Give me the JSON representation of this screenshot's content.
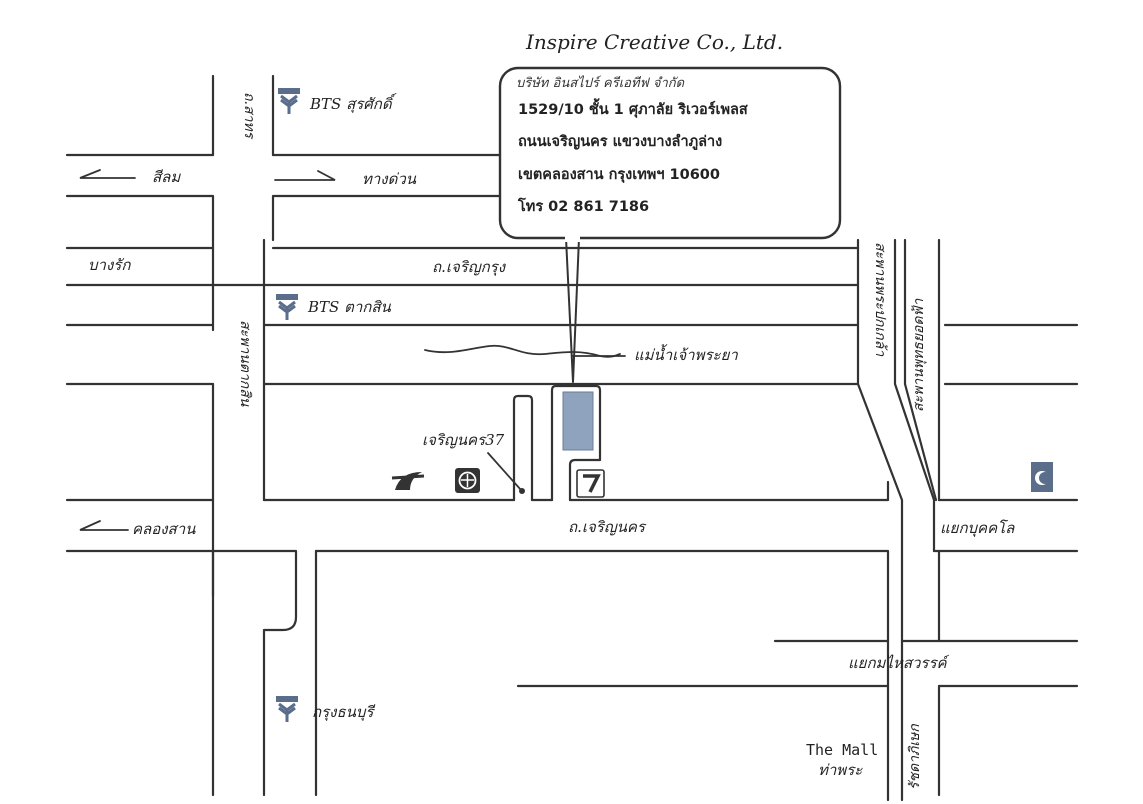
{
  "company": {
    "name": "Inspire Creative Co., Ltd.",
    "thai_name": "บริษัท อินสไปร์ ครีเอทีฟ จำกัด",
    "address_line1": "1529/10 ชั้น 1 ศุภาลัย ริเวอร์เพลส",
    "address_line2": "ถนนเจริญนคร แขวงบางลำภูล่าง",
    "address_line3": "เขตคลองสาน กรุงเทพฯ 10600",
    "phone": "โทร 02 861 7186"
  },
  "roads": {
    "silom": "สีลม",
    "expressway": "ทางด่วน",
    "bangrak": "บางรัก",
    "charoen_krung": "ถ.เจริญกรุง",
    "sathorn": "ถ.สาทร",
    "taksin_bridge": "สะพานตากสิน",
    "phra_pok_klao_bridge": "สะพานพระปกเกล้า",
    "phra_phuttha_yodfa_bridge": "สะพานพุทธยอดฟ้า",
    "charoen_nakhon_37": "เจริญนคร37",
    "charoen_nakhon": "ถ.เจริญนคร",
    "khlong_san": "คลองสาน",
    "buk_khalo_intersection": "แยกบุคคโล",
    "mahaisawan_intersection": "แยกมไหสวรรค์",
    "ratchadaphisek": "รัชดาภิเษก"
  },
  "places": {
    "river": "แม่น้ำเจ้าพระยา",
    "bts_surasak": "BTS สุรศักดิ์",
    "bts_taksin": "BTS ตากสิน",
    "krung_thonburi": "กรุงธนบุรี",
    "the_mall_en": "The Mall",
    "the_mall_th": "ท่าพระ"
  },
  "colors": {
    "building": "#8fa3bf",
    "road": "#333333",
    "bts": "#5a6e8c"
  }
}
